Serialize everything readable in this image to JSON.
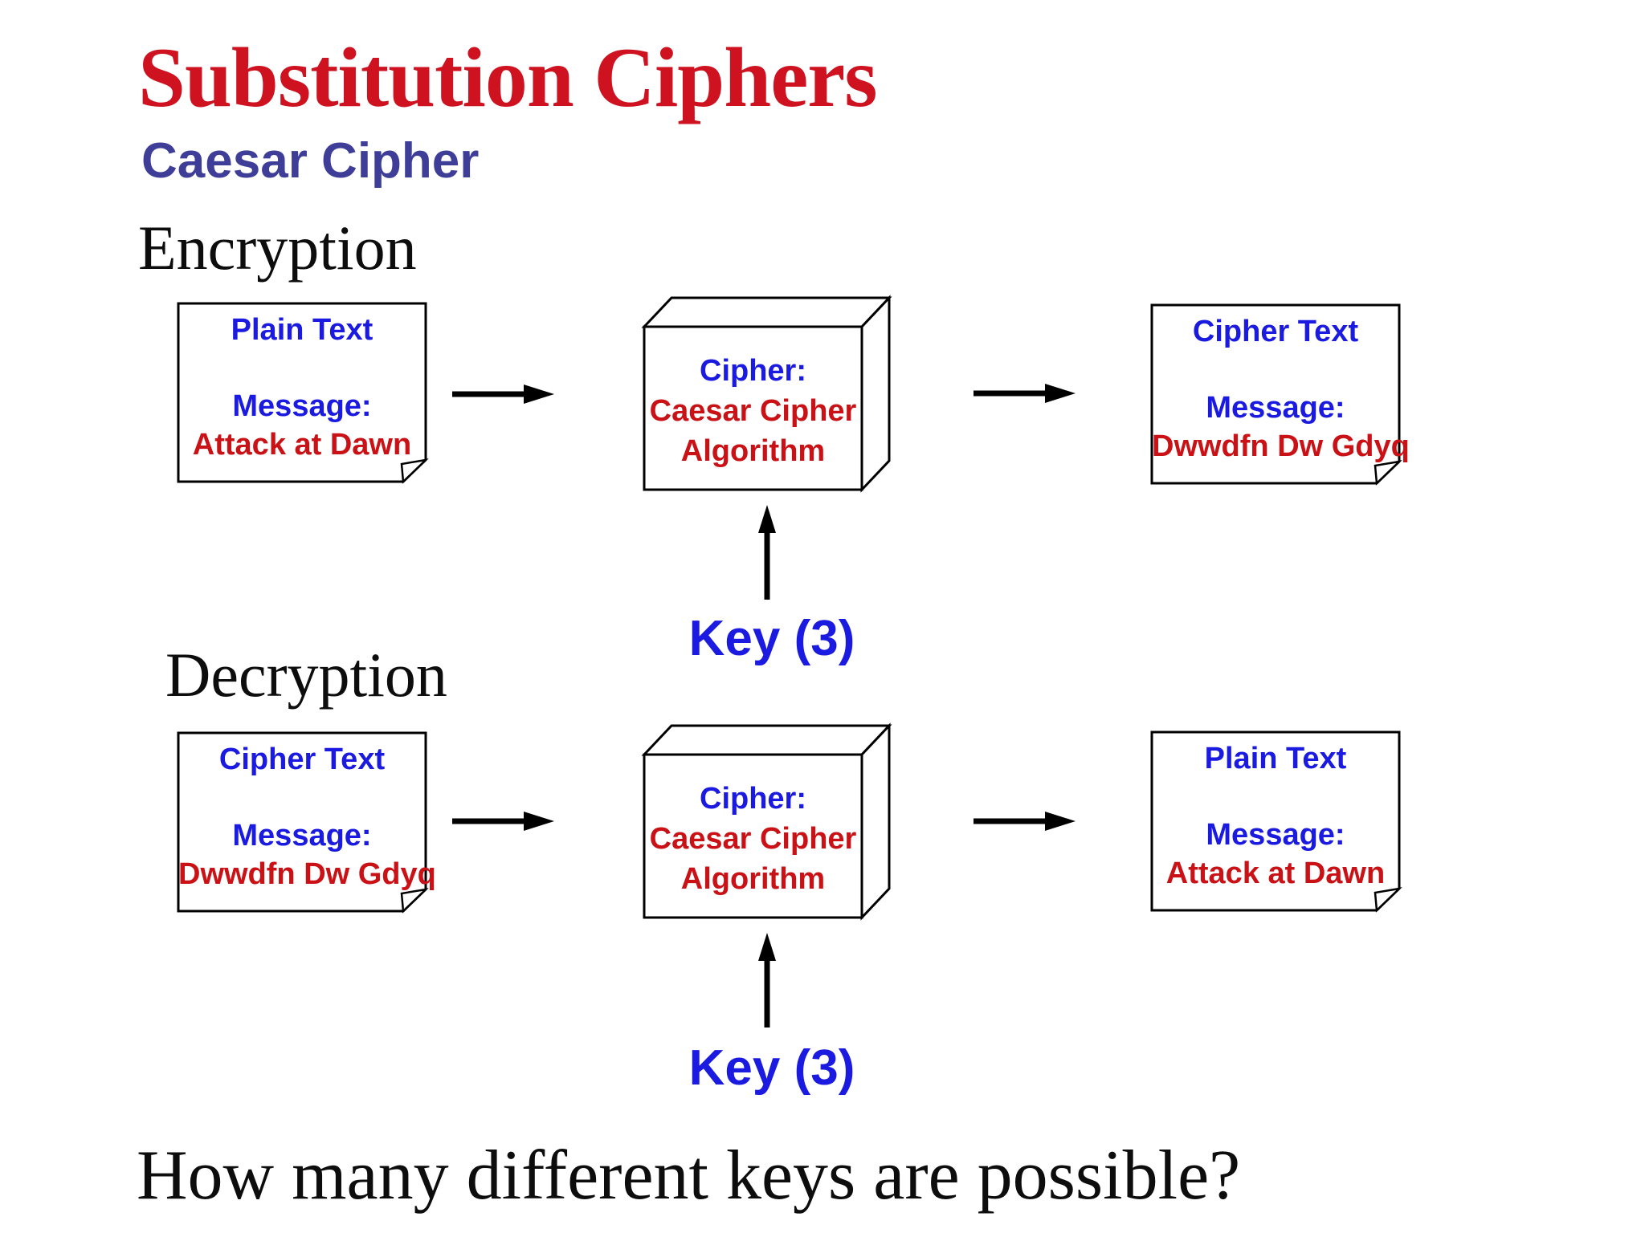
{
  "slide": {
    "title": "Substitution Ciphers",
    "subtitle": "Caesar Cipher",
    "question": "How many different keys are possible?"
  },
  "colors": {
    "title_red": "#cf1220",
    "subtitle_blue": "#3e3e99",
    "label_blue": "#1a1ae0",
    "message_red": "#c91116",
    "line_black": "#000000"
  },
  "encryption": {
    "section_label": "Encryption",
    "input_note": {
      "title": "Plain Text",
      "message_label": "Message:",
      "message": "Attack at Dawn"
    },
    "cipher_box": {
      "label": "Cipher:",
      "name_line1": "Caesar Cipher",
      "name_line2": "Algorithm"
    },
    "output_note": {
      "title": "Cipher Text",
      "message_label": "Message:",
      "message": "Dwwdfn Dw Gdyq"
    },
    "key_label": "Key (3)"
  },
  "decryption": {
    "section_label": "Decryption",
    "input_note": {
      "title": "Cipher Text",
      "message_label": "Message:",
      "message": "Dwwdfn Dw Gdyq"
    },
    "cipher_box": {
      "label": "Cipher:",
      "name_line1": "Caesar Cipher",
      "name_line2": "Algorithm"
    },
    "output_note": {
      "title": "Plain Text",
      "message_label": "Message:",
      "message": "Attack at Dawn"
    },
    "key_label": "Key (3)"
  }
}
